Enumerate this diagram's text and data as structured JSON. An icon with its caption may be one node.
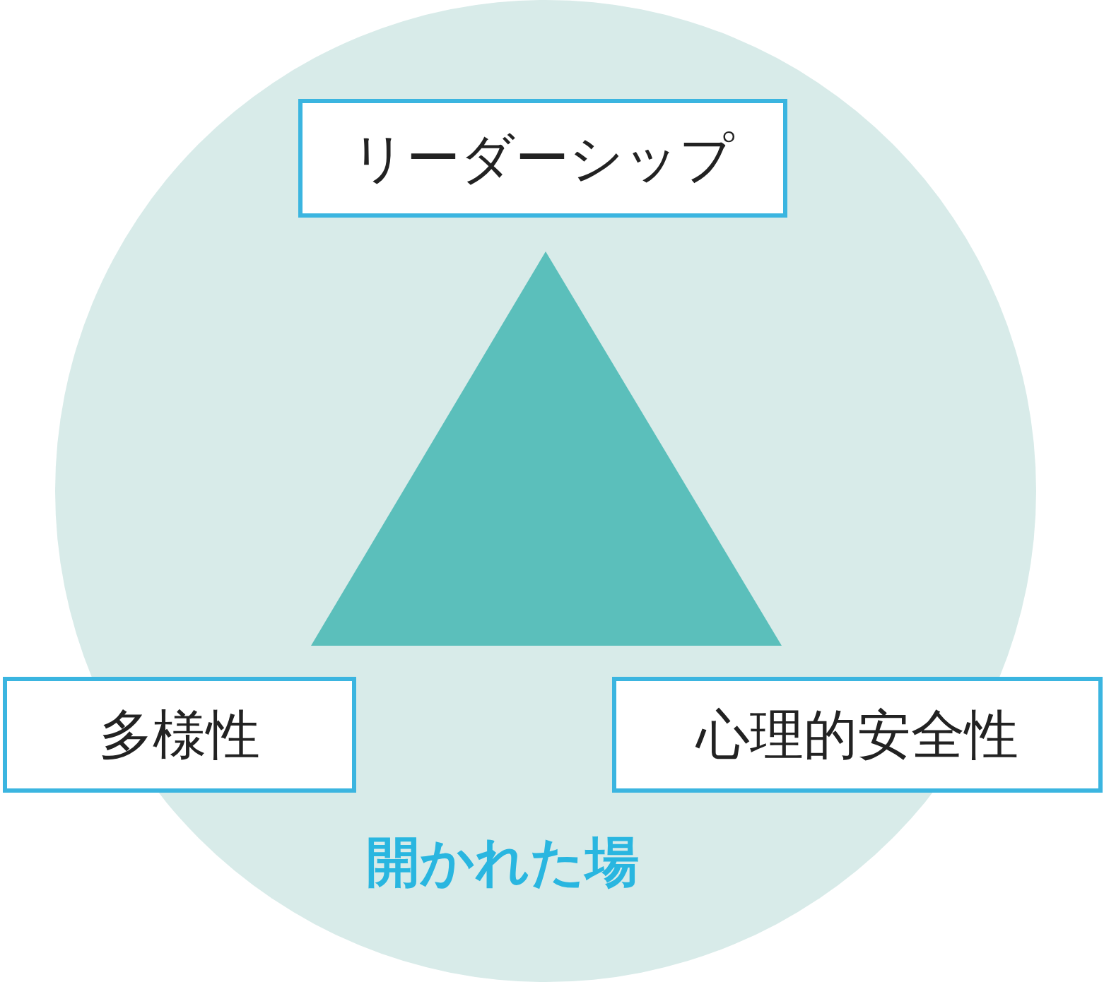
{
  "diagram": {
    "nodes": [
      {
        "text": [
          "開かれた場"
        ]
      },
      {
        "text": [
          "リーダーシップ"
        ],
        "in": 0
      },
      {
        "text": [
          "多様性"
        ]
      },
      {
        "text": [
          "心理的安全性"
        ]
      }
    ]
  }
}
